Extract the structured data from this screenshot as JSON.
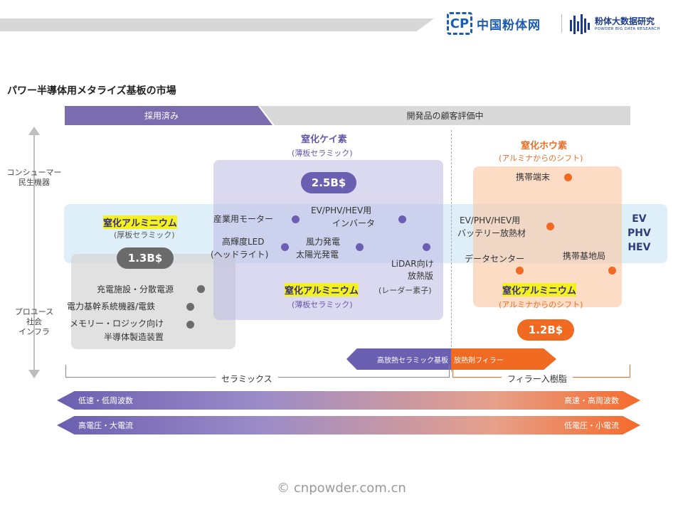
{
  "header": {
    "logo1_mark": "CP",
    "logo1_text": "中国粉体网",
    "logo2_text_cn": "粉体大数据研究",
    "logo2_text_en": "POWDER BIG DATA RESEARCH"
  },
  "title": "パワー半導体用メタライズ基板の市場",
  "phases": {
    "adopted": "採用済み",
    "evaluating": "開発品の顧客評価中"
  },
  "axis": {
    "top_label": "コンシューマー\n民生機器",
    "bottom_label": "プロユース\n社会\nインフラ"
  },
  "materials": {
    "silicon_nitride": {
      "name": "窒化ケイ素",
      "sub": "(薄板セラミック)",
      "market": "2.5B$"
    },
    "boron_nitride": {
      "name": "窒化ホウ素",
      "sub": "(アルミナからのシフト)",
      "market": "1.2B$"
    },
    "aln_thick": {
      "name": "窒化アルミニウム",
      "sub": "(厚板セラミック)",
      "market": "1.3B$"
    },
    "aln_thin": {
      "name": "窒化アルミニウム",
      "sub": "(薄板セラミック)",
      "note": "(レーダー素子)"
    },
    "aln_filler": {
      "name": "窒化アルミニウム",
      "sub": "(アルミナからのシフト)"
    }
  },
  "applications": {
    "mobile": "携帯端末",
    "industrial_motor": "産業用モーター",
    "ev_inverter_1": "EV/PHV/HEV用",
    "ev_inverter_2": "インバータ",
    "led_1": "高輝度LED",
    "led_2": "(ヘッドライト)",
    "wind_1": "風力発電",
    "wind_2": "太陽光発電",
    "lidar_1": "LiDAR向け",
    "lidar_2": "放熱版",
    "ev_battery_1": "EV/PHV/HEV用",
    "ev_battery_2": "バッテリー放熱材",
    "datacenter": "データセンター",
    "base_station": "携帯基地局",
    "charging": "充電施設・分散電源",
    "power_grid": "電力基幹系統機器/電鉄",
    "memory_1": "メモリー・ロジック向け",
    "memory_2": "半導体製造装置"
  },
  "ev_band": "EV\nPHV\nHEV",
  "arrows": {
    "ceramic_substrate": "高放熱セラミック基板",
    "filler": "放熱剤フィラー"
  },
  "brackets": {
    "ceramics": "セラミックス",
    "filler_resin": "フィラー入樹脂"
  },
  "ranges": {
    "speed_low": "低速・低周波数",
    "speed_high": "高速・高周波数",
    "voltage_high": "高電圧・大電流",
    "voltage_low": "低電圧・小電流"
  },
  "watermark": "© cnpowder.com.cn",
  "colors": {
    "purple": "#6a5fb0",
    "orange": "#f06a22",
    "gray": "#6a6a6a",
    "highlight": "#f3f21f"
  }
}
